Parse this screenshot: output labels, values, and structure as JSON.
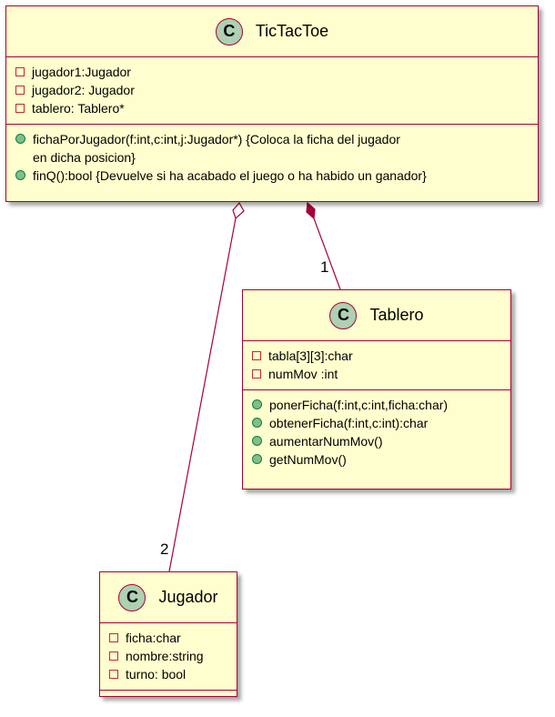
{
  "classes": {
    "tictactoe": {
      "name": "TicTacToe",
      "attributes": [
        "jugador1:Jugador",
        "jugador2: Jugador",
        "tablero: Tablero*"
      ],
      "methods": [
        {
          "line1": "fichaPorJugador(f:int,c:int,j:Jugador*) {Coloca la ficha del jugador",
          "line2": "en dicha posicion}"
        },
        {
          "line1": "finQ():bool {Devuelve si ha acabado el juego o ha habido un ganador}"
        }
      ]
    },
    "tablero": {
      "name": "Tablero",
      "attributes": [
        "tabla[3][3]:char",
        "numMov :int"
      ],
      "methods": [
        "ponerFicha(f:int,c:int,ficha:char)",
        "obtenerFicha(f:int,c:int):char",
        "aumentarNumMov()",
        "getNumMov()"
      ]
    },
    "jugador": {
      "name": "Jugador",
      "attributes": [
        "ficha:char",
        "nombre:string",
        "turno: bool"
      ],
      "methods": []
    }
  },
  "stereotype_letter": "C",
  "multiplicities": {
    "tablero": "1",
    "jugador": "2"
  },
  "colors": {
    "class_fill": "#FEFECE",
    "border": "#A80036",
    "circle_fill": "#ADD1B2"
  }
}
